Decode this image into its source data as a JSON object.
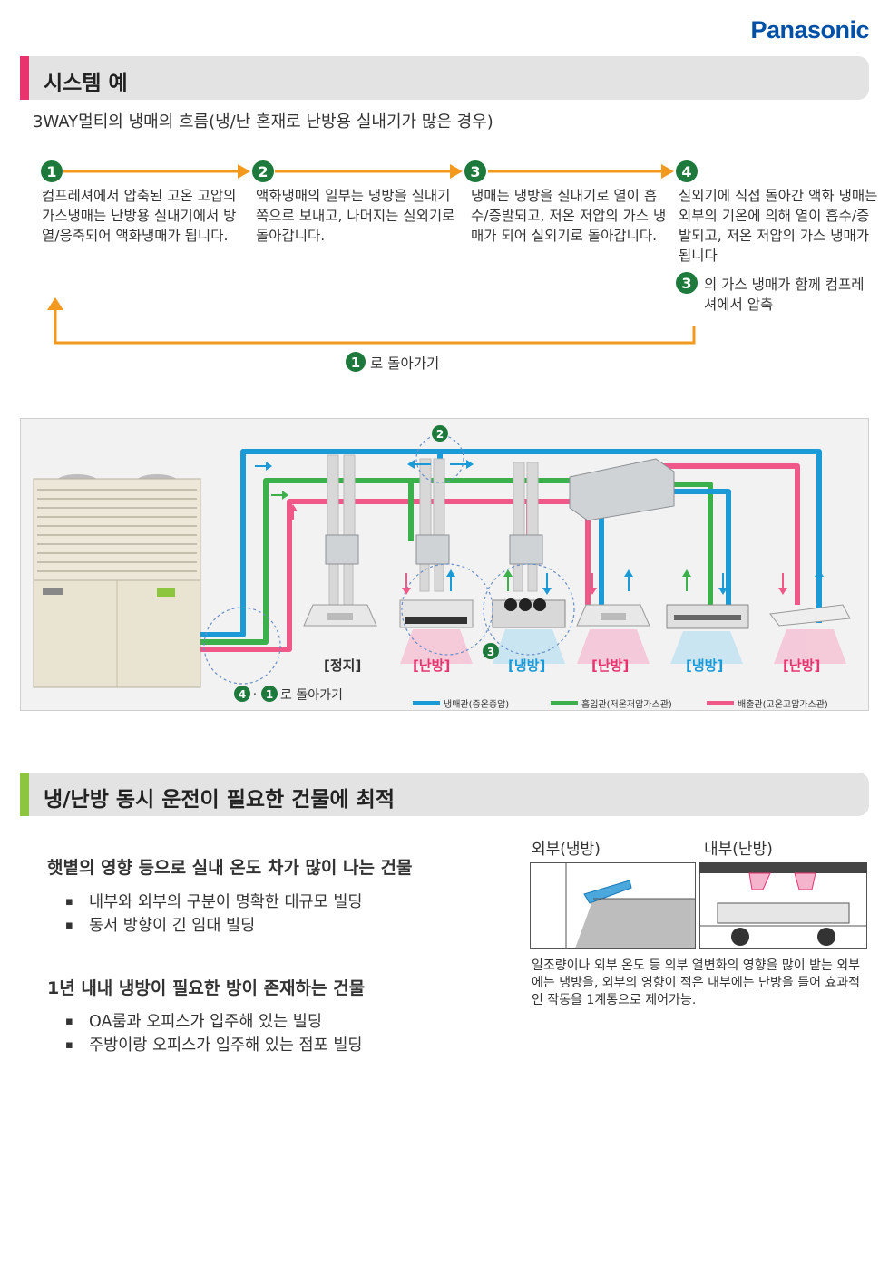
{
  "brand": "Panasonic",
  "section1": {
    "title": "시스템 예",
    "subtitle": "3WAY멀티의 냉매의 흐름(냉/난 혼재로 난방용 실내기가 많은 경우)",
    "steps": [
      {
        "num": "1",
        "text": "컴프레셔에서 압축된 고온 고압의 가스냉매는 난방용 실내기에서 방열/응축되어 액화냉매가 됩니다."
      },
      {
        "num": "2",
        "text": "액화냉매의 일부는 냉방을 실내기 쪽으로 보내고, 나머지는 실외기로 돌아갑니다."
      },
      {
        "num": "3",
        "text": "냉매는 냉방을 실내기로 열이 흡수/증발되고, 저온 저압의 가스 냉매가 되어 실외기로 돌아갑니다."
      },
      {
        "num": "4",
        "text": "실외기에 직접 돌아간 액화 냉매는 외부의 기온에 의해 열이 흡수/증발되고, 저온 저압의 가스 냉매가 됩니다"
      }
    ],
    "note3_num": "3",
    "note3_text": "의 가스 냉매가 함께 컴프레셔에서 압축",
    "return_num": "1",
    "return_text": "로 돌아가기"
  },
  "diagram": {
    "labels": [
      "[정지]",
      "[난방]",
      "[냉방]",
      "[난방]",
      "[냉방]",
      "[난방]"
    ],
    "badge_2": "2",
    "badge_3": "3",
    "return_num_a": "4",
    "return_sep": "·",
    "return_num_b": "1",
    "return_text": "로 돌아가기",
    "legend": [
      {
        "label": "냉매관(중온중압)",
        "color": "#1a9ad6"
      },
      {
        "label": "흡입관(저온저압가스관)",
        "color": "#3cb04a"
      },
      {
        "label": "배출관(고온고압가스관)",
        "color": "#f0588a"
      }
    ]
  },
  "section2": {
    "title": "냉/난방 동시 운전이 필요한 건물에 최적",
    "group1": {
      "heading": "햇볕의 영향 등으로 실내 온도 차가 많이 나는 건물",
      "items": [
        "내부와 외부의 구분이 명확한 대규모 빌딩",
        "동서 방향이 긴 임대 빌딩"
      ]
    },
    "group2": {
      "heading": "1년 내내 냉방이 필요한 방이 존재하는 건물",
      "items": [
        "OA룸과 오피스가 입주해 있는 빌딩",
        "주방이랑 오피스가 입주해 있는 점포 빌딩"
      ]
    },
    "pic_outer_label": "외부(냉방)",
    "pic_inner_label": "내부(난방)",
    "caption": "일조량이나 외부 온도 등 외부 열변화의 영향을 많이 받는 외부에는 냉방을, 외부의 영향이 적은 내부에는 난방을 틀어 효과적인 작동을 1계통으로 제어가능."
  },
  "colors": {
    "orange_arrow": "#f39a1e",
    "step_badge": "#1e7a3c",
    "pipe_blue": "#1a9ad6",
    "pipe_green": "#3cb04a",
    "pipe_pink": "#f0588a",
    "accent_pink": "#e8336e",
    "accent_green": "#8cc63f",
    "brand_blue": "#0050a5"
  }
}
